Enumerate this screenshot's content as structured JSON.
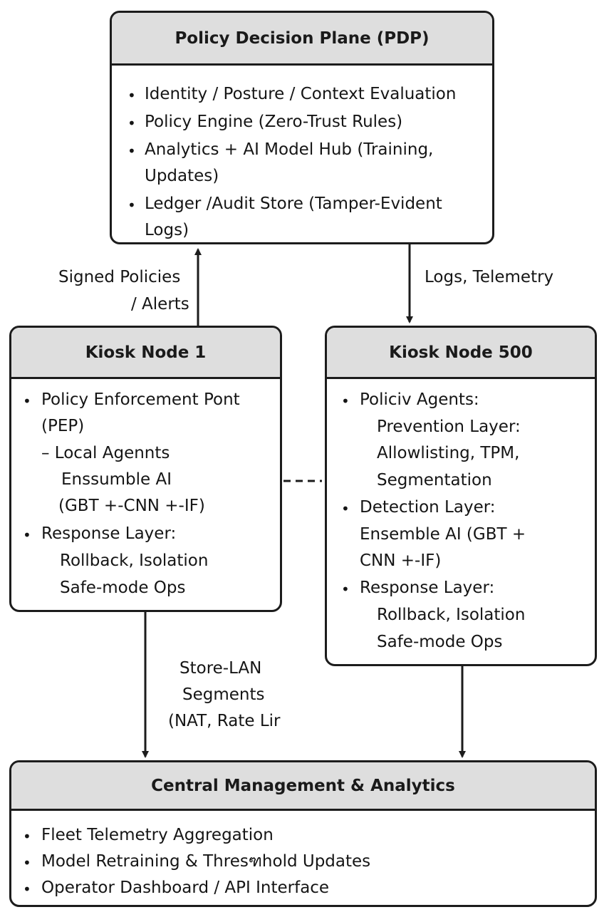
{
  "pdp": {
    "title": "Policy Decision Plane (PDP)",
    "lines": [
      "Identity / Posture / Context Evaluation",
      "Policy Engine (Zero-Trust Rules)",
      "Analytics + AI Model Hub (Training,",
      "Updates)",
      "Ledger /Audit Store (Tamper-Evident",
      "Logs)"
    ]
  },
  "kiosk1": {
    "title": "Kiosk Node 1",
    "lines": [
      "Policy Enforcement Pont",
      "(PEP)",
      "– Local Agennts",
      "Enssumble AI",
      "(GBT +-CNN +-IF)",
      "Response Layer:",
      "Rollback, Isolation",
      "Safe-mode Ops"
    ]
  },
  "kiosk500": {
    "title": "Kiosk Node 500",
    "lines": [
      "Policiv Agents:",
      "Prevention Layer:",
      "Allowlisting, TPM,",
      "Segmentation",
      "Detection Layer:",
      "Ensemble AI (GBT +",
      "CNN +-IF)",
      "Response Layer:",
      "Rollback, Isolation",
      "Safe-mode Ops"
    ]
  },
  "central": {
    "title": "Central Management & Analytics",
    "lines": [
      "Fleet Telemetry Aggregation",
      "Model Retraining & Thresฑhold Updates",
      "Operator Dashboard / API Interface"
    ]
  },
  "labels": {
    "signed_1": "Signed Policies",
    "signed_2": "/ Alerts",
    "logs": "Logs, Telemetry",
    "store_1": "Store-LAN",
    "store_2": "Segments",
    "store_3": "(NAT, Rate Lir"
  },
  "bullet_char": "•"
}
